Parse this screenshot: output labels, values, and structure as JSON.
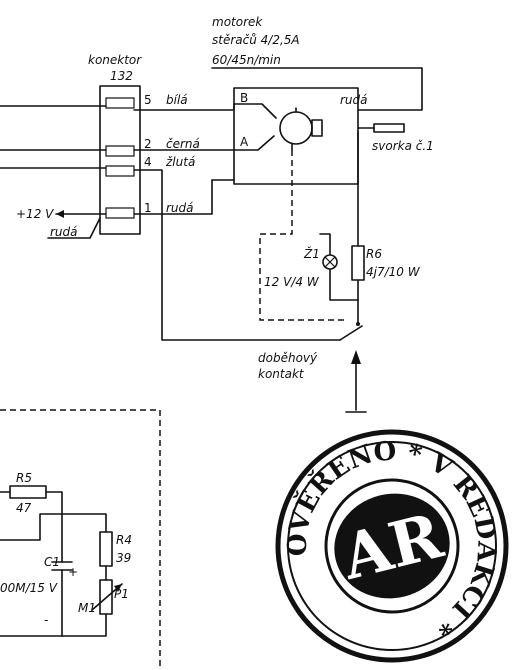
{
  "motor": {
    "title": "motorek",
    "subtitle": "stěračů 4/2,5A",
    "speed": "60/45n/min",
    "terminal_b": "B",
    "terminal_a": "A",
    "wire_right": "rudá"
  },
  "connector": {
    "title": "konektor",
    "number": "132",
    "pins": [
      {
        "num": "5",
        "wire": "bílá"
      },
      {
        "num": "2",
        "wire": "černá"
      },
      {
        "num": "4",
        "wire": "žlutá"
      },
      {
        "num": "1",
        "wire": "rudá"
      }
    ]
  },
  "supply": {
    "voltage": "+12 V",
    "wire": "rudá"
  },
  "terminal_clamp": "svorka č.1",
  "lamp": {
    "name": "Ž1",
    "rating": "12 V/4 W"
  },
  "resistor_r6": {
    "name": "R6",
    "value": "4j7/10 W"
  },
  "contact": {
    "line1": "doběhový",
    "line2": "kontakt"
  },
  "lower_circuit": {
    "r5_name": "R5",
    "r5_value": "47",
    "r4_name": "R4",
    "r4_value": "39",
    "c1_name": "C1",
    "c1_value": "00M/15 V",
    "p1_name": "P1",
    "m1_name": "M1",
    "plus_sign": "+",
    "minus_sign": "-"
  },
  "stamp": {
    "ring_text": "OVĚŘENO * V REDAKCI *",
    "center": "AR"
  }
}
